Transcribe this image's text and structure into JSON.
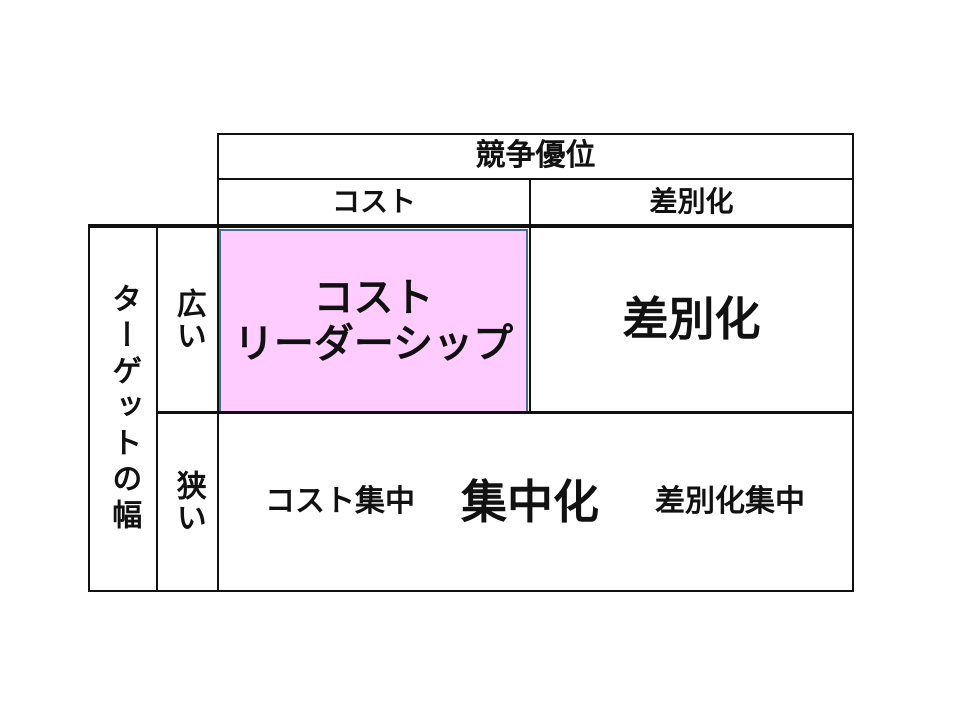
{
  "header": {
    "title": "競争優位",
    "col_cost": "コスト",
    "col_diff": "差別化"
  },
  "row_axis": {
    "title": "ターゲットの幅",
    "wide": "広い",
    "narrow": "狭い"
  },
  "cells": {
    "cost_leadership_line1": "コスト",
    "cost_leadership_line2": "リーダーシップ",
    "differentiation": "差別化",
    "cost_focus": "コスト集中",
    "focus": "集中化",
    "diff_focus": "差別化集中"
  },
  "colors": {
    "highlight": "#ffccff",
    "highlight_border": "#4a6a9a",
    "lines": "#111111"
  }
}
